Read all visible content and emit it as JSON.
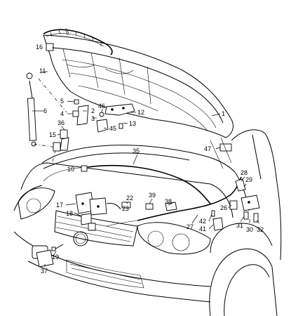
{
  "callouts": [
    {
      "id": "c1",
      "text": "1"
    },
    {
      "id": "c2",
      "text": "2"
    },
    {
      "id": "c3",
      "text": "3"
    },
    {
      "id": "c4",
      "text": "4"
    },
    {
      "id": "c5",
      "text": "5"
    },
    {
      "id": "c6",
      "text": "6"
    },
    {
      "id": "c10",
      "text": "10"
    },
    {
      "id": "c11",
      "text": "11"
    },
    {
      "id": "c12",
      "text": "12"
    },
    {
      "id": "c13",
      "text": "13"
    },
    {
      "id": "c15",
      "text": "15"
    },
    {
      "id": "c16",
      "text": "16"
    },
    {
      "id": "c17",
      "text": "17"
    },
    {
      "id": "c18",
      "text": "18"
    },
    {
      "id": "c19",
      "text": "19"
    },
    {
      "id": "c22",
      "text": "22"
    },
    {
      "id": "c23",
      "text": "23"
    },
    {
      "id": "c26",
      "text": "26"
    },
    {
      "id": "c27",
      "text": "27"
    },
    {
      "id": "c28",
      "text": "28"
    },
    {
      "id": "c29",
      "text": "29"
    },
    {
      "id": "c30",
      "text": "30"
    },
    {
      "id": "c31",
      "text": "31"
    },
    {
      "id": "c32",
      "text": "32"
    },
    {
      "id": "c35",
      "text": "35"
    },
    {
      "id": "c36",
      "text": "36"
    },
    {
      "id": "c37",
      "text": "37"
    },
    {
      "id": "c38",
      "text": "38"
    },
    {
      "id": "c39",
      "text": "39"
    },
    {
      "id": "c41",
      "text": "41"
    },
    {
      "id": "c42",
      "text": "42"
    },
    {
      "id": "c45",
      "text": "45"
    },
    {
      "id": "c46",
      "text": "46"
    },
    {
      "id": "c47",
      "text": "47"
    }
  ]
}
